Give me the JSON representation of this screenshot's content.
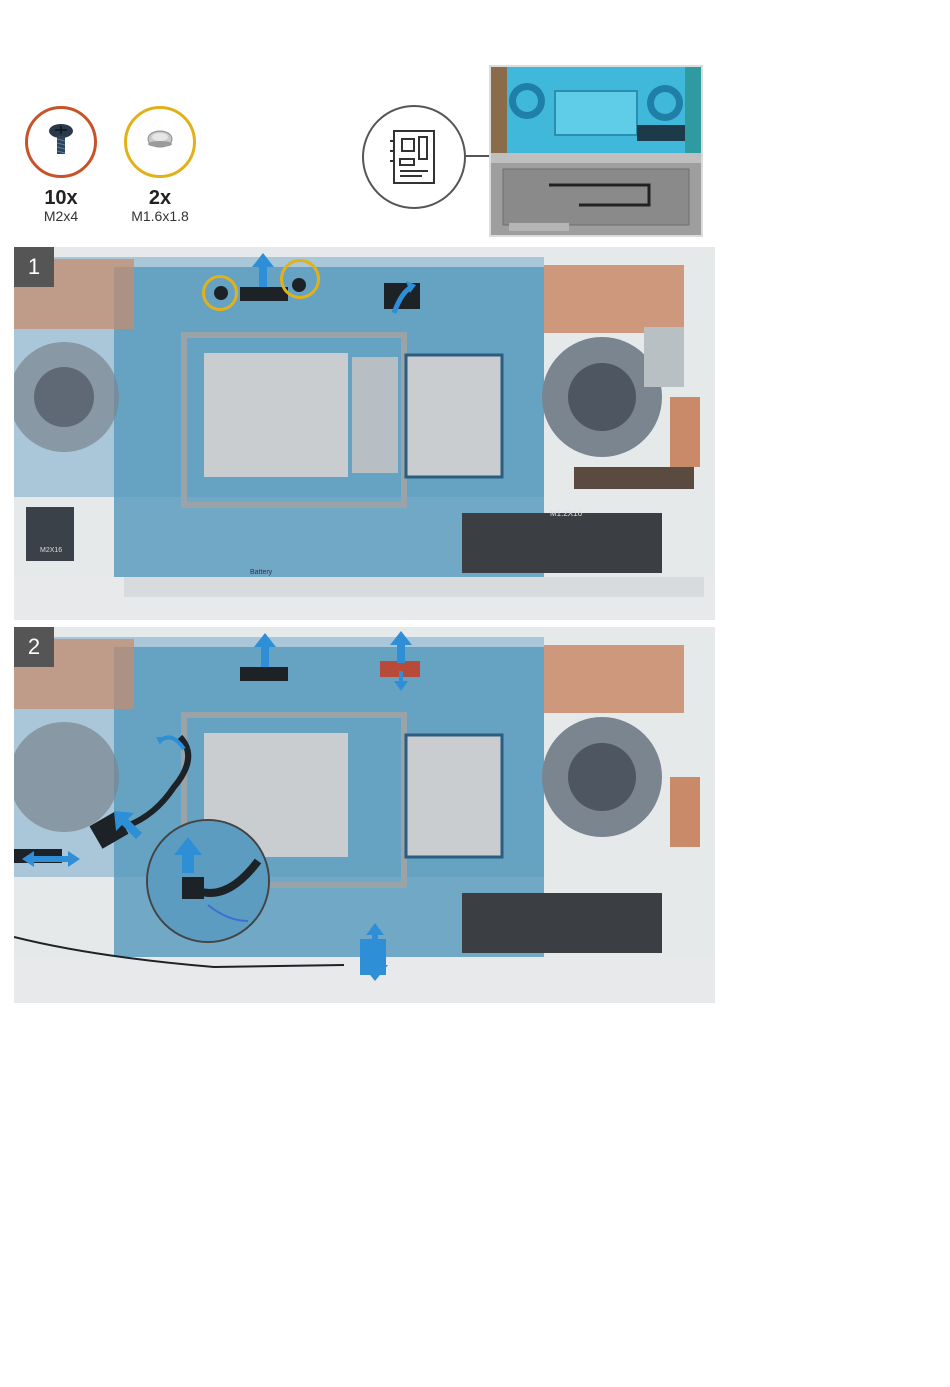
{
  "screws": [
    {
      "count": "10x",
      "size": "M2x4",
      "ring_color": "#c8532a",
      "icon": "phillips-screw-icon"
    },
    {
      "count": "2x",
      "size": "M1.6x1.8",
      "ring_color": "#e2b119",
      "icon": "flat-screw-icon"
    }
  ],
  "locator": {
    "icon": "system-board-icon"
  },
  "steps": [
    {
      "number": "1"
    },
    {
      "number": "2"
    }
  ],
  "board_labels": {
    "m12x16": "M1.2X16",
    "m2x16": "M2X16",
    "battery": "Battery"
  },
  "colors": {
    "board_blue": "#5b9cc0",
    "arrow_blue": "#2f8fd6",
    "heatsink_copper": "#c98a6a",
    "highlight_ring": "#e2b119"
  }
}
